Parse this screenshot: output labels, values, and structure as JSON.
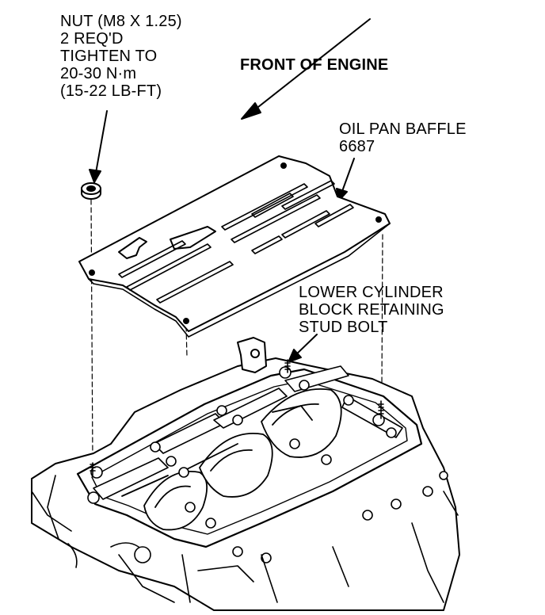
{
  "callouts": {
    "nut": {
      "lines": [
        "NUT (M8 X 1.25)",
        "2 REQ'D",
        "TIGHTEN TO",
        "20-30 N·m",
        "(15-22 LB-FT)"
      ]
    },
    "front_of_engine": "FRONT OF ENGINE",
    "oil_pan_baffle": {
      "lines": [
        "OIL PAN BAFFLE",
        "6687"
      ]
    },
    "stud_bolt": {
      "lines": [
        "LOWER CYLINDER",
        "BLOCK RETAINING",
        "STUD BOLT"
      ]
    }
  },
  "colors": {
    "ink": "#000000",
    "paper": "#ffffff"
  }
}
